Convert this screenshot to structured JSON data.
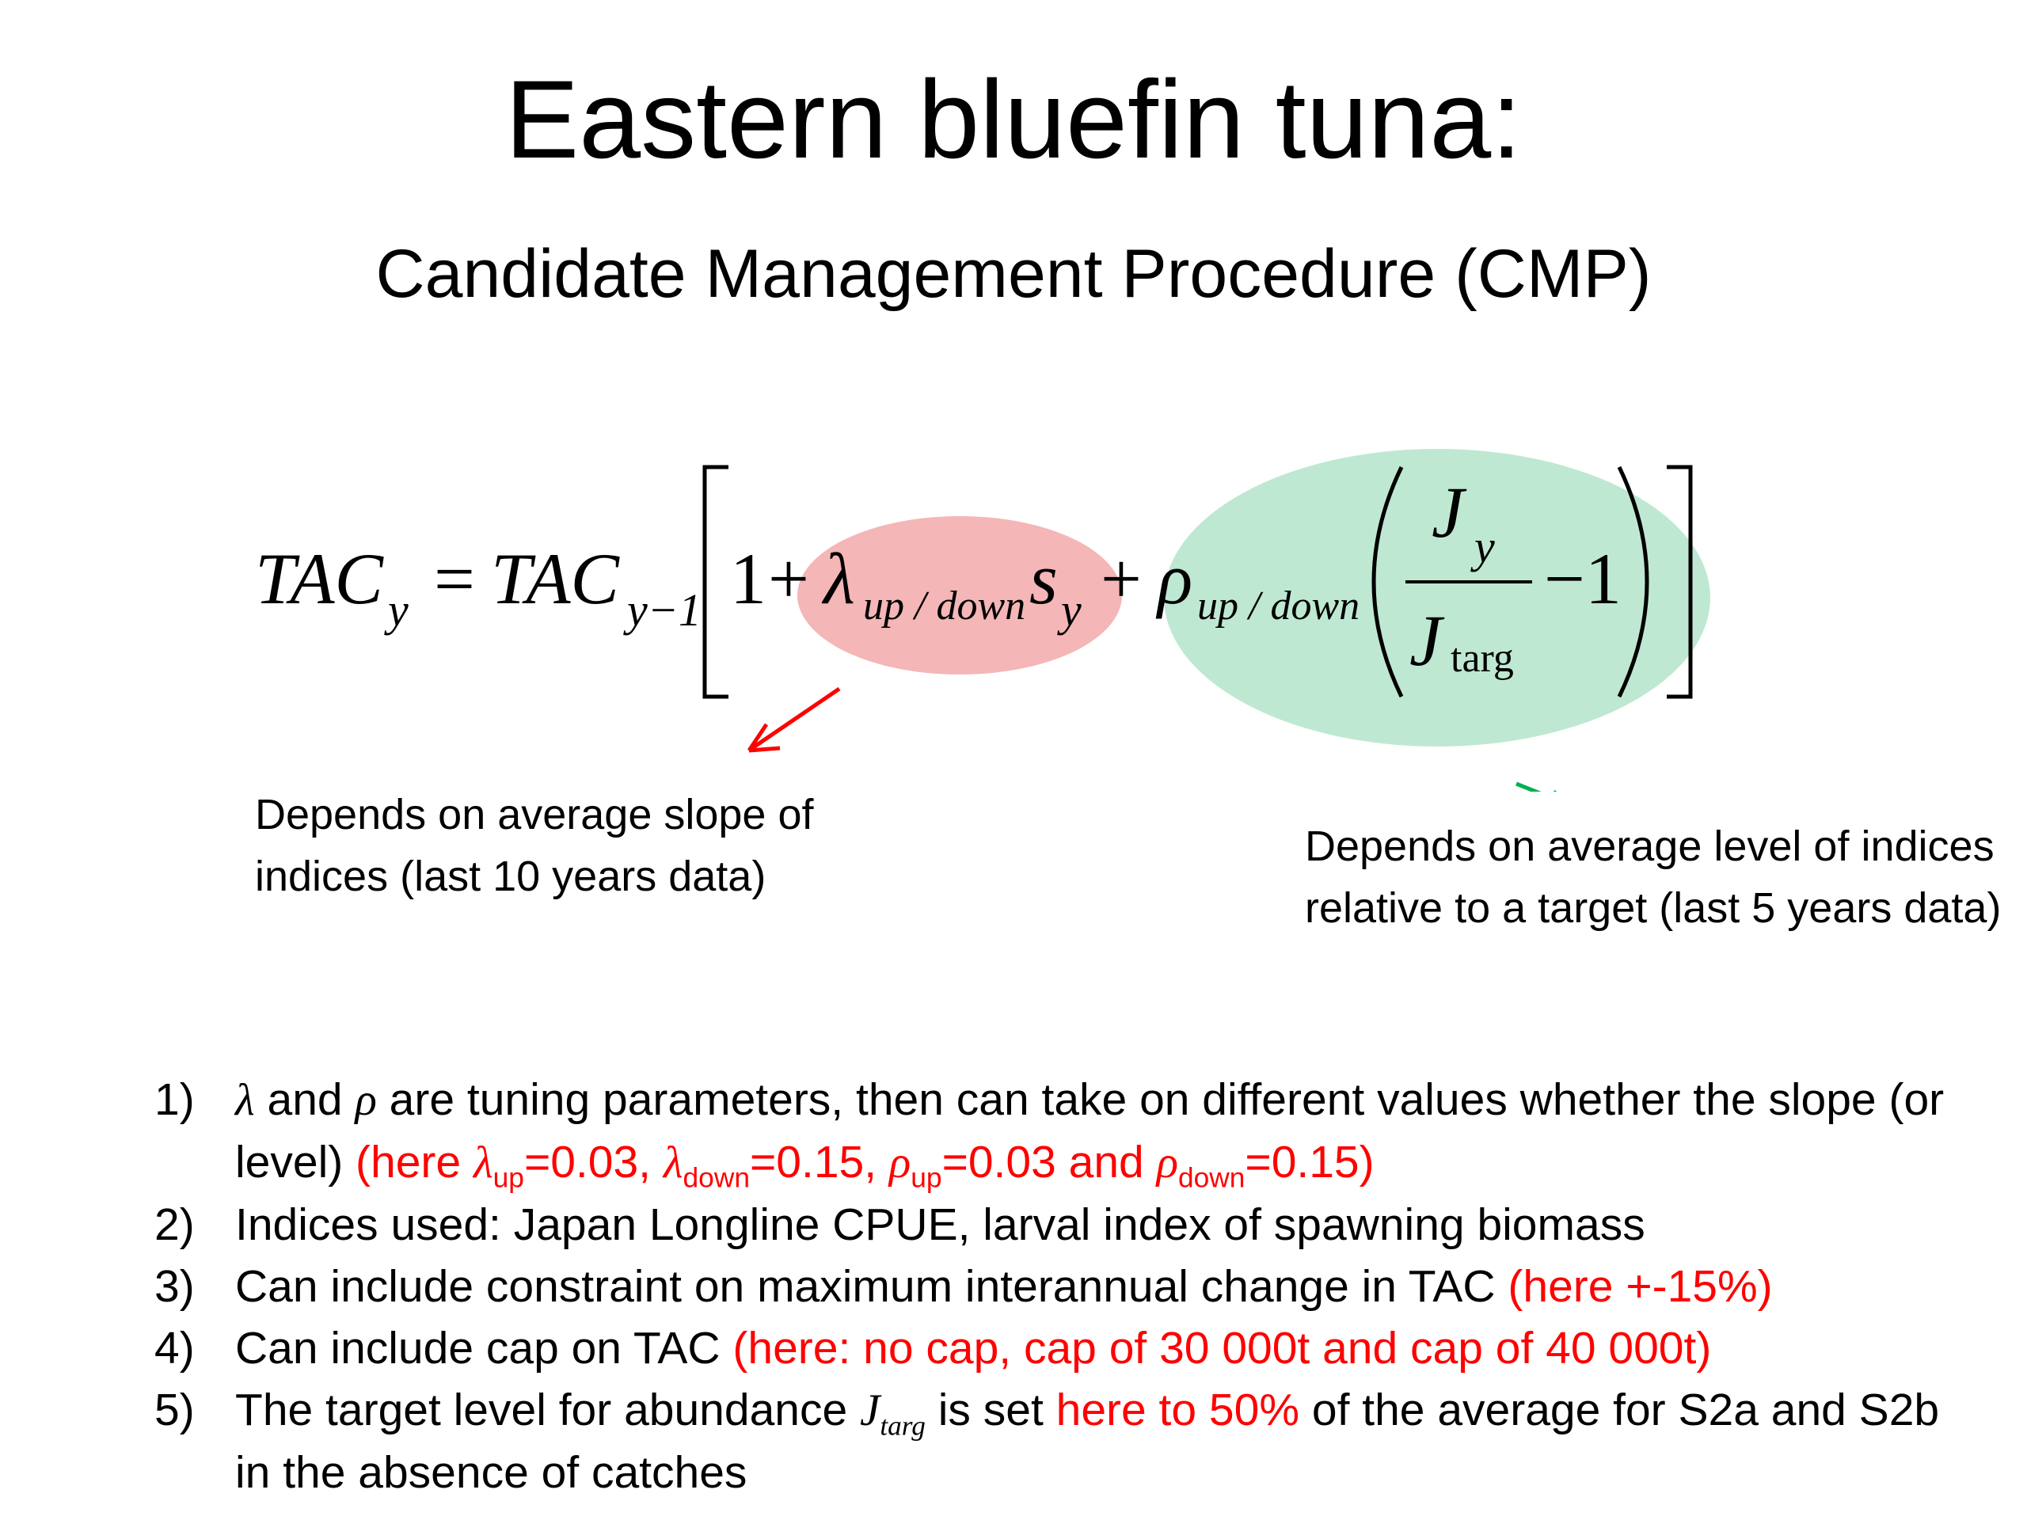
{
  "title": "Eastern bluefin tuna:",
  "subtitle": "Candidate Management Procedure (CMP)",
  "formula": {
    "lhs": "TAC",
    "lhs_sub": "y",
    "equals": "=",
    "rhs": "TAC",
    "rhs_sub": "y−1",
    "one": "1",
    "plus": "+",
    "lambda": "λ",
    "lambda_sub": "up / down",
    "s": "s",
    "s_sub": "y",
    "rho": "ρ",
    "rho_sub": "up / down",
    "J_num": "J",
    "J_num_sub": "y",
    "J_den": "J",
    "J_den_sub": "targ",
    "minus_one": "−1",
    "highlight_slope_color": "#f4b6b6",
    "highlight_level_color": "#bfe8d2"
  },
  "arrows": {
    "slope_color": "#ff0000",
    "level_color": "#00b050"
  },
  "notes": {
    "slope": "Depends on average slope of indices (last 10 years data)",
    "level": "Depends on average level of indices relative to a target (last 5 years data)"
  },
  "list": {
    "item1": {
      "num": "1)",
      "lambda": "λ",
      "and": " and ",
      "rho": "ρ",
      "text_a": " are tuning parameters, then can take on different values whether the slope (or level) ",
      "red_open": "(here ",
      "lam": "λ",
      "up": "up",
      "v1": "=0.03, ",
      "lam2": "λ",
      "down": "down",
      "v2": "=0.15, ",
      "rho1": "ρ",
      "up2": "up",
      "v3": "=0.03 and ",
      "rho2": "ρ",
      "down2": "down",
      "v4": "=0.15)"
    },
    "item2": {
      "num": "2)",
      "text": "Indices used: Japan Longline CPUE, larval index of spawning biomass"
    },
    "item3": {
      "num": "3)",
      "text": "Can include constraint on maximum interannual change in TAC ",
      "red": "(here +-15%)"
    },
    "item4": {
      "num": "4)",
      "text": "Can include cap on TAC ",
      "red": "(here: no cap, cap of 30 000t and cap of 40 000t)"
    },
    "item5": {
      "num": "5)",
      "text_a": "The target  level for abundance ",
      "J": "J",
      "targ": "targ",
      "text_b": " is set ",
      "red": "here to 50%",
      "text_c": " of the average for S2a and S2b in the absence of catches"
    }
  }
}
